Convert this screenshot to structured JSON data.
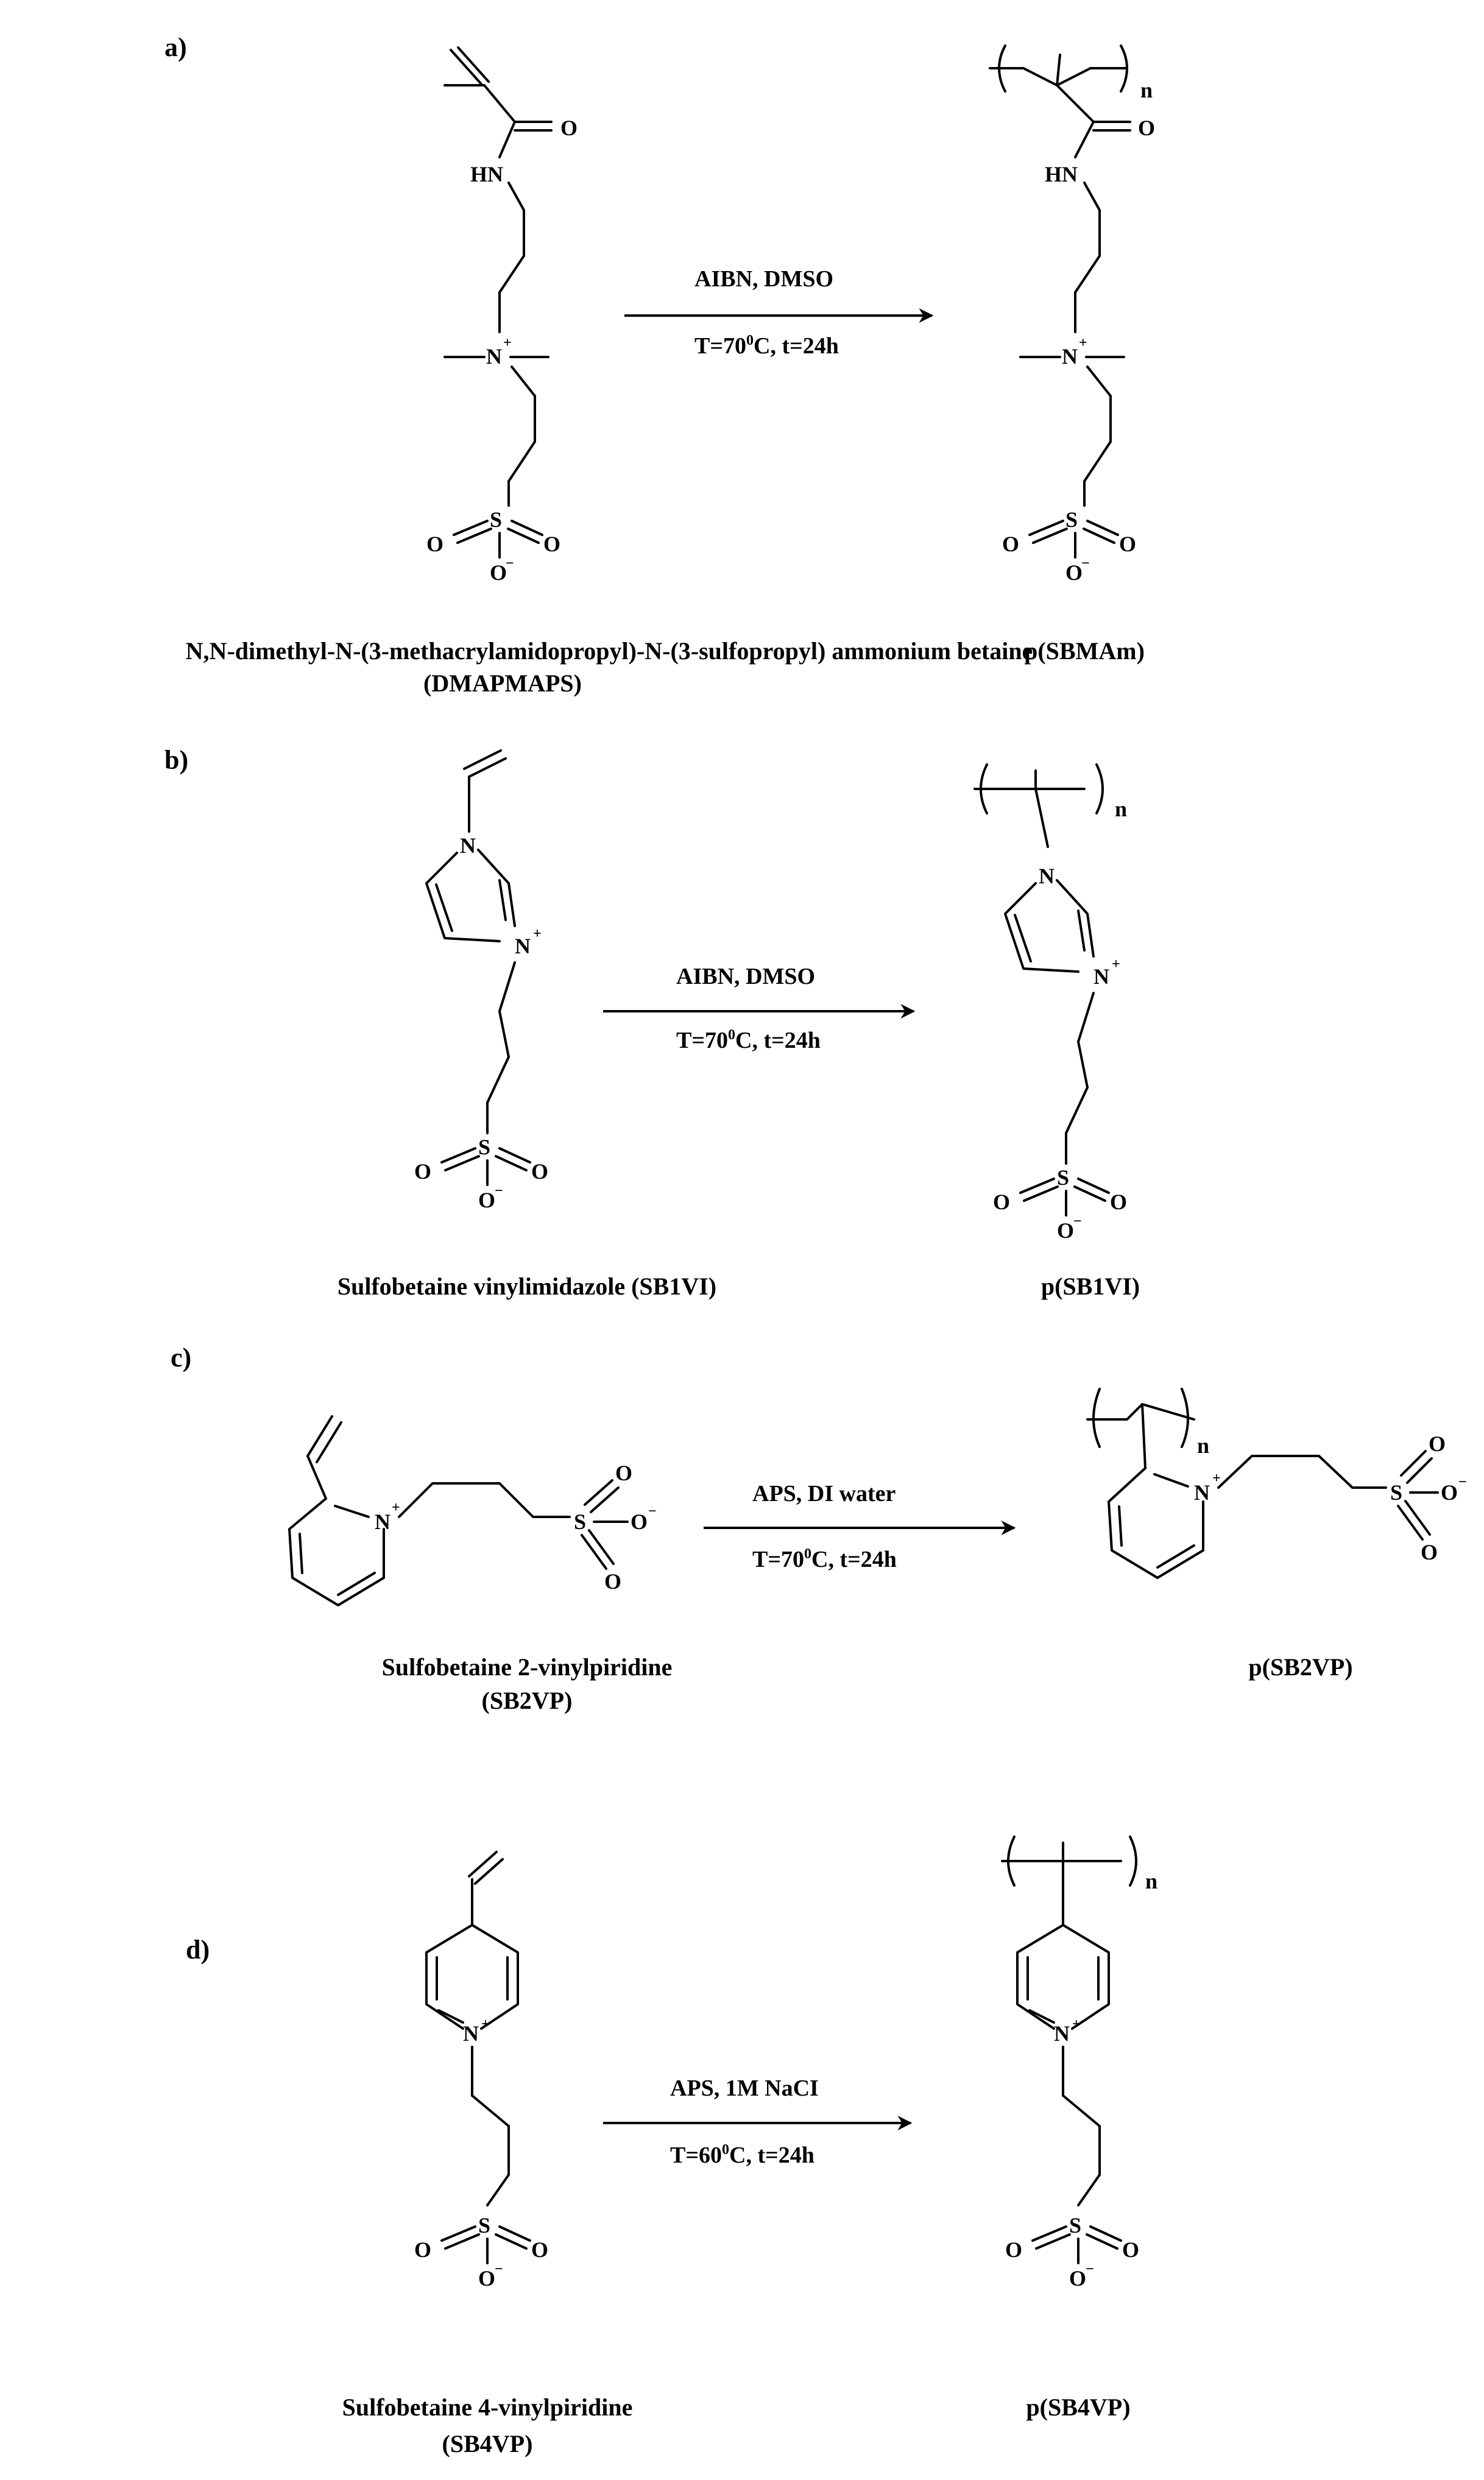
{
  "panels": [
    {
      "letter": "a)",
      "monomer_name": "N,N-dimethyl-N-(3-methacrylamidopropyl)-N-(3-sulfopropyl)  ammonium betaine",
      "monomer_abbrev": "(DMAPMAPS)",
      "reagents": "AIBN, DMSO",
      "conditions_before_sup": "T=70",
      "conditions_after_sup": "C, t=24h",
      "conditions_sup": "0",
      "polymer_name": "p(SBMAm)"
    },
    {
      "letter": "b)",
      "monomer_name": "Sulfobetaine vinylimidazole (SB1VI)",
      "reagents": "AIBN, DMSO",
      "conditions_before_sup": "T=70",
      "conditions_after_sup": "C, t=24h",
      "conditions_sup": "0",
      "polymer_name": "p(SB1VI)"
    },
    {
      "letter": "c)",
      "monomer_name": "Sulfobetaine 2-vinylpiridine",
      "monomer_abbrev": "(SB2VP)",
      "reagents": "APS, DI water",
      "conditions_before_sup": "T=70",
      "conditions_after_sup": "C, t=24h",
      "conditions_sup": "0",
      "polymer_name": "p(SB2VP)"
    },
    {
      "letter": "d)",
      "monomer_name": "Sulfobetaine 4-vinylpiridine",
      "monomer_abbrev": "(SB4VP)",
      "reagents": "APS, 1M NaCI",
      "conditions_before_sup": "T=60",
      "conditions_after_sup": "C, t=24h",
      "conditions_sup": "0",
      "polymer_name": "p(SB4VP)"
    }
  ],
  "atoms": {
    "oxygen": "O",
    "nitrogen": "N",
    "sulfur": "S",
    "amide_nh": "HN",
    "plus": "+",
    "minus": "−",
    "repeat_subscript": "n"
  }
}
